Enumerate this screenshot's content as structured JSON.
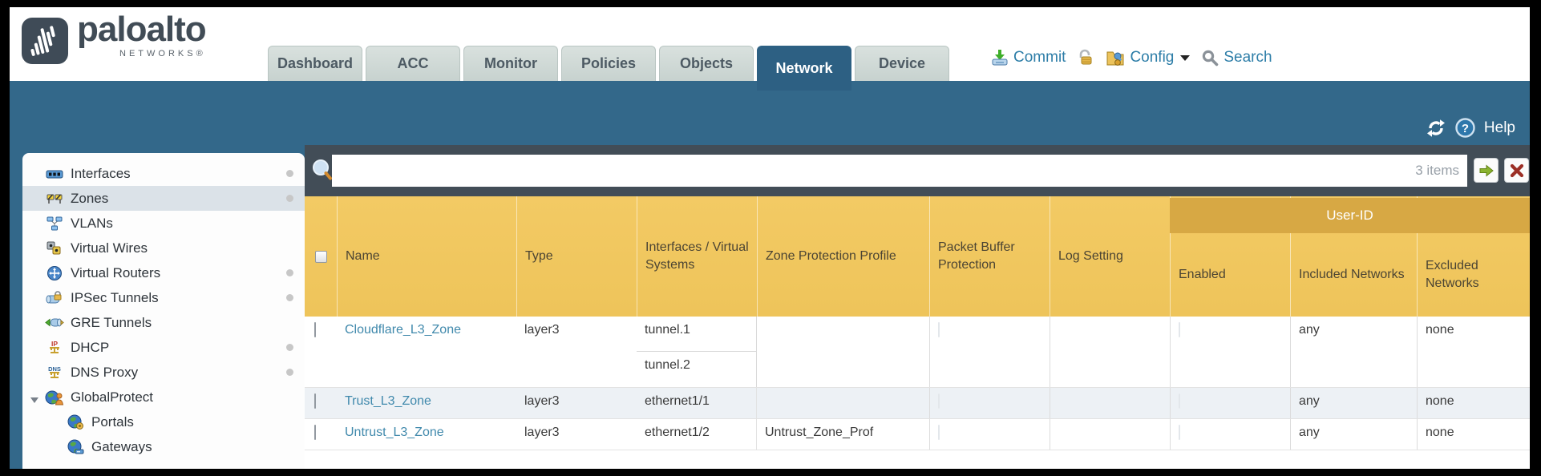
{
  "brand": {
    "wordmark": "paloalto",
    "sub": "NETWORKS®"
  },
  "nav_tabs": [
    {
      "label": "Dashboard",
      "active": false
    },
    {
      "label": "ACC",
      "active": false
    },
    {
      "label": "Monitor",
      "active": false
    },
    {
      "label": "Policies",
      "active": false
    },
    {
      "label": "Objects",
      "active": false
    },
    {
      "label": "Network",
      "active": true
    },
    {
      "label": "Device",
      "active": false
    }
  ],
  "header_actions": {
    "commit_label": "Commit",
    "config_label": "Config",
    "search_label": "Search"
  },
  "band": {
    "help_label": "Help"
  },
  "sidebar": {
    "items": [
      {
        "label": "Interfaces",
        "icon": "interfaces-icon",
        "dot": true,
        "selected": false,
        "child": false,
        "expander": false
      },
      {
        "label": "Zones",
        "icon": "zones-icon",
        "dot": true,
        "selected": true,
        "child": false,
        "expander": false
      },
      {
        "label": "VLANs",
        "icon": "vlans-icon",
        "dot": false,
        "selected": false,
        "child": false,
        "expander": false
      },
      {
        "label": "Virtual Wires",
        "icon": "virtual-wires-icon",
        "dot": false,
        "selected": false,
        "child": false,
        "expander": false
      },
      {
        "label": "Virtual Routers",
        "icon": "virtual-routers-icon",
        "dot": true,
        "selected": false,
        "child": false,
        "expander": false
      },
      {
        "label": "IPSec Tunnels",
        "icon": "ipsec-tunnels-icon",
        "dot": true,
        "selected": false,
        "child": false,
        "expander": false
      },
      {
        "label": "GRE Tunnels",
        "icon": "gre-tunnels-icon",
        "dot": false,
        "selected": false,
        "child": false,
        "expander": false
      },
      {
        "label": "DHCP",
        "icon": "dhcp-icon",
        "dot": true,
        "selected": false,
        "child": false,
        "expander": false
      },
      {
        "label": "DNS Proxy",
        "icon": "dns-proxy-icon",
        "dot": true,
        "selected": false,
        "child": false,
        "expander": false
      },
      {
        "label": "GlobalProtect",
        "icon": "globalprotect-icon",
        "dot": false,
        "selected": false,
        "child": false,
        "expander": true
      },
      {
        "label": "Portals",
        "icon": "portals-icon",
        "dot": false,
        "selected": false,
        "child": true,
        "expander": false
      },
      {
        "label": "Gateways",
        "icon": "gateways-icon",
        "dot": false,
        "selected": false,
        "child": true,
        "expander": false
      }
    ]
  },
  "filter": {
    "value": "",
    "items_count": "3 items"
  },
  "table": {
    "group_header": "User-ID",
    "columns": [
      {
        "label": ""
      },
      {
        "label": "Name"
      },
      {
        "label": "Type"
      },
      {
        "label": "Interfaces / Virtual Systems"
      },
      {
        "label": "Zone Protection Profile"
      },
      {
        "label": "Packet Buffer Protection"
      },
      {
        "label": "Log Setting"
      },
      {
        "label": "Enabled",
        "grouped": true
      },
      {
        "label": "Included Networks",
        "grouped": true
      },
      {
        "label": "Excluded Networks",
        "grouped": true
      }
    ],
    "rows": [
      {
        "name": "Cloudflare_L3_Zone",
        "type": "layer3",
        "interfaces": [
          "tunnel.1",
          "tunnel.2"
        ],
        "zone_protection_profile": "",
        "packet_buffer_protection": false,
        "log_setting": "",
        "user_id_enabled": false,
        "included_networks": "any",
        "excluded_networks": "none",
        "alt": false
      },
      {
        "name": "Trust_L3_Zone",
        "type": "layer3",
        "interfaces": [
          "ethernet1/1"
        ],
        "zone_protection_profile": "",
        "packet_buffer_protection": false,
        "log_setting": "",
        "user_id_enabled": false,
        "included_networks": "any",
        "excluded_networks": "none",
        "alt": true
      },
      {
        "name": "Untrust_L3_Zone",
        "type": "layer3",
        "interfaces": [
          "ethernet1/2"
        ],
        "zone_protection_profile": "Untrust_Zone_Prof",
        "packet_buffer_protection": false,
        "log_setting": "",
        "user_id_enabled": false,
        "included_networks": "any",
        "excluded_networks": "none",
        "alt": false
      }
    ]
  },
  "colors": {
    "teal_band": "#33688a",
    "active_tab": "#2d6083",
    "filter_bar": "#424d57",
    "header_gold": "#f0c65e",
    "group_gold": "#d7a844",
    "link_blue": "#4089ac"
  }
}
